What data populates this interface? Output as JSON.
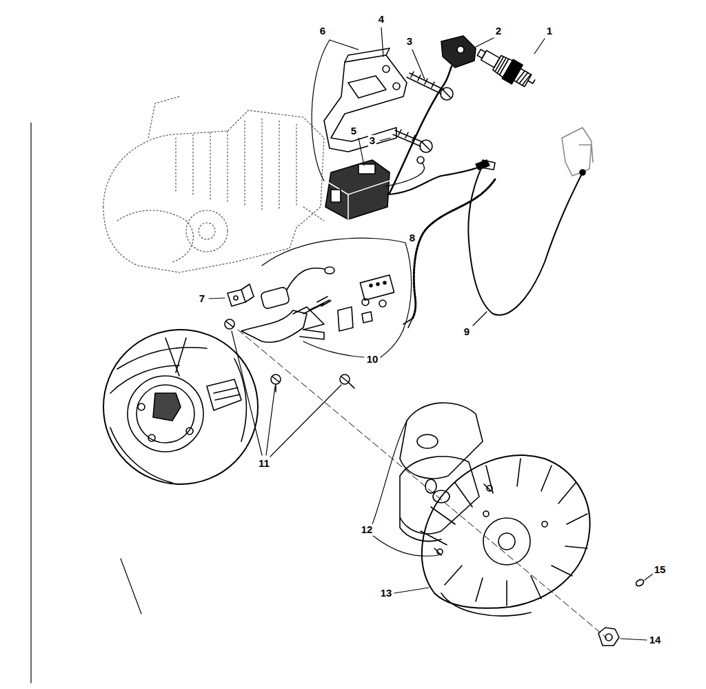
{
  "diagram": {
    "labels": [
      "6",
      "4",
      "3",
      "2",
      "1",
      "3",
      "5",
      "8",
      "7",
      "9",
      "10",
      "11",
      "12",
      "13",
      "15",
      "14"
    ]
  }
}
